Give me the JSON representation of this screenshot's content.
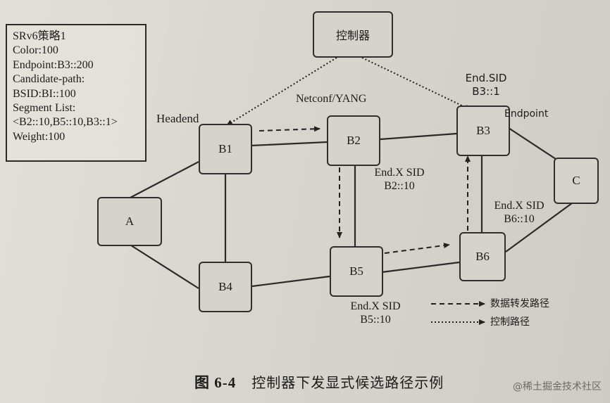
{
  "policy": {
    "lines": [
      "SRv6策略1",
      "Color:100",
      "Endpoint:B3::200",
      "Candidate-path:",
      "BSID:BI::100",
      "Segment List:",
      "<B2::10,B5::10,B3::1>",
      "Weight:100"
    ]
  },
  "nodes": {
    "controller": "控制器",
    "A": "A",
    "B1": "B1",
    "B2": "B2",
    "B3": "B3",
    "B4": "B4",
    "B5": "B5",
    "B6": "B6",
    "C": "C"
  },
  "labels": {
    "headend": "Headend",
    "endpoint": "Endpoint",
    "netconf": "Netconf/YANG",
    "b3_sid_line1": "End.SID",
    "b3_sid_line2": "B3::1",
    "b2_sid_line1": "End.X SID",
    "b2_sid_line2": "B2::10",
    "b6_sid_line1": "End.X SID",
    "b6_sid_line2": "B6::10",
    "b5_sid_line1": "End.X SID",
    "b5_sid_line2": "B5::10"
  },
  "legend": {
    "data_path": "数据转发路径",
    "control_path": "控制路径"
  },
  "caption": {
    "number": "图 6-4",
    "title": "控制器下发显式候选路径示例"
  },
  "watermark": "@稀土掘金技术社区"
}
